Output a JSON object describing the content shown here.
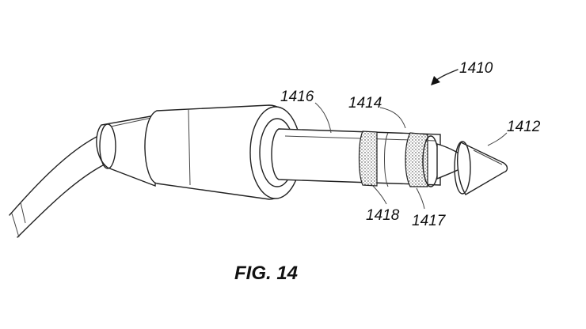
{
  "figure": {
    "caption": "FIG. 14",
    "labels": {
      "assembly": "1410",
      "tip": "1412",
      "shaft": "1414",
      "sleeve_collar": "1416",
      "ring_a": "1417",
      "ring_b": "1418"
    }
  }
}
